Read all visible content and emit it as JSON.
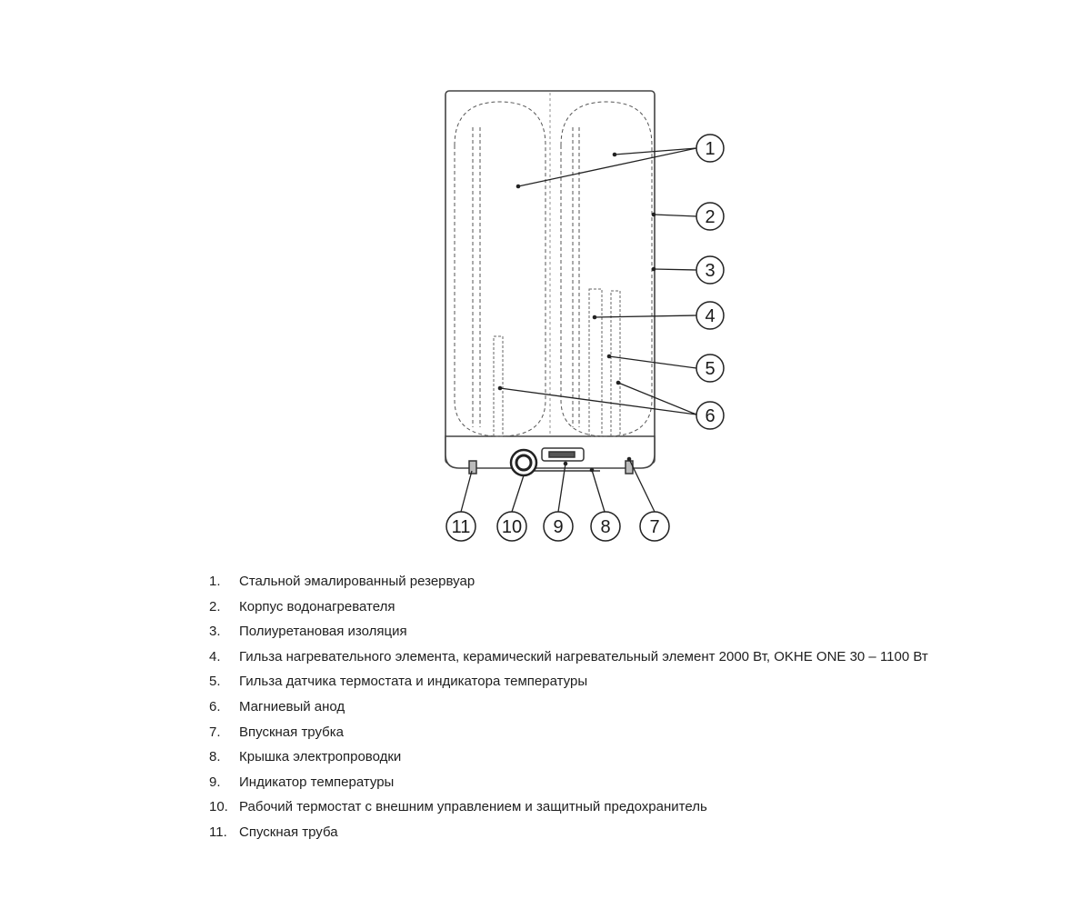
{
  "callouts": [
    "1",
    "2",
    "3",
    "4",
    "5",
    "6",
    "7",
    "8",
    "9",
    "10",
    "11"
  ],
  "legend": [
    {
      "num": "1.",
      "text": "Стальной эмалированный резервуар"
    },
    {
      "num": "2.",
      "text": "Корпус водонагревателя"
    },
    {
      "num": "3.",
      "text": "Полиуретановая изоляция"
    },
    {
      "num": "4.",
      "text": "Гильза нагревательного элемента, керамический нагревательный элемент 2000 Вт, OKHE ONE 30 – 1100 Вт"
    },
    {
      "num": "5.",
      "text": "Гильза датчика термостата и индикатора температуры"
    },
    {
      "num": "6.",
      "text": "Магниевый анод"
    },
    {
      "num": "7.",
      "text": "Впускная трубка"
    },
    {
      "num": "8.",
      "text": "Крышка электропроводки"
    },
    {
      "num": "9.",
      "text": "Индикатор температуры"
    },
    {
      "num": "10.",
      "text": "Рабочий термостат с внешним управлением и защитный предохранитель"
    },
    {
      "num": "11.",
      "text": "Спускная труба"
    }
  ]
}
